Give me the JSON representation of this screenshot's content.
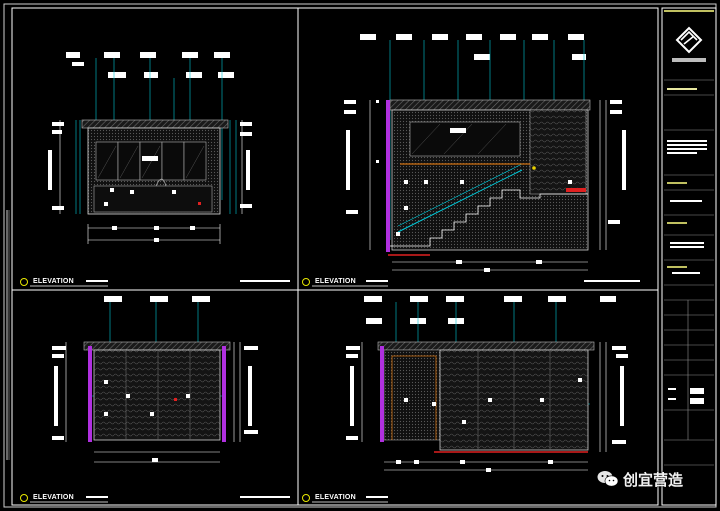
{
  "drawing": {
    "panels": [
      {
        "id": "top-left",
        "label": "ELEVATION"
      },
      {
        "id": "top-right",
        "label": "ELEVATION"
      },
      {
        "id": "bottom-left",
        "label": "ELEVATION"
      },
      {
        "id": "bottom-right",
        "label": "ELEVATION"
      }
    ]
  },
  "watermark": {
    "text": "创宜营造",
    "icon": "wechat-icon"
  },
  "colors": {
    "background": "#000000",
    "frame": "#ffffff",
    "dimension": "#00c8d8",
    "partition": "#b030e0",
    "hatch": "#8a8a8a",
    "accent_red": "#e02020",
    "accent_orange": "#d07010",
    "accent_yellow": "#e8d000",
    "titleblock_box": "#e8e8a0"
  }
}
